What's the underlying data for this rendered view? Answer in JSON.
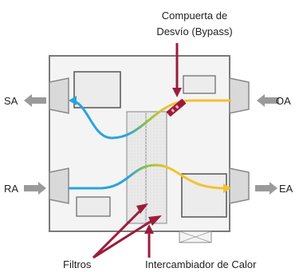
{
  "labels": {
    "bypass_line1": "Compuerta de",
    "bypass_line2": "Desvío (Bypass)",
    "sa": "SA",
    "oa": "OA",
    "ra": "RA",
    "ea": "EA",
    "filters": "Filtros",
    "heat_exchanger": "Intercambiador de Calor"
  },
  "colors": {
    "supply_line": "#2aa3df",
    "exhaust_line": "#f2c230",
    "blend": "#8cc63f",
    "pointer": "#9b1c3c",
    "bypass_damper": "#a0173a",
    "housing_border": "#7a7a7a",
    "housing_fill": "#f4f4f4",
    "duct_fill": "#d9d9d9",
    "arrow_gray": "#9a9a9a"
  }
}
